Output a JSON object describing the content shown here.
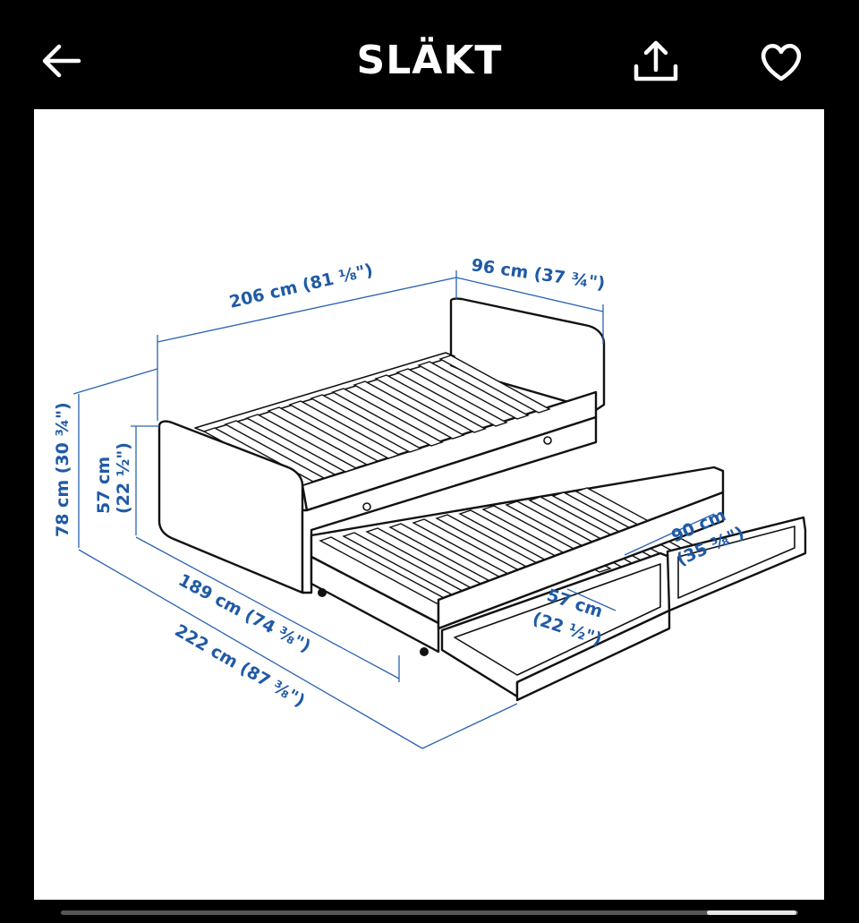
{
  "header": {
    "title": "SLÄKT",
    "back_icon": "arrow-left-icon",
    "share_icon": "share-icon",
    "favorite_icon": "heart-icon"
  },
  "drawing": {
    "dim_width_top": "206 cm (81 ⅛\")",
    "dim_depth_top": "96 cm (37 ¾\")",
    "dim_height_total": "78 cm (30 ¾\")",
    "dim_height_57": "57 cm",
    "dim_height_57_in": "(22 ½\")",
    "dim_trundle_len": "189 cm (74 ⅜\")",
    "dim_total_len": "222 cm (87 ⅜\")",
    "dim_drawer_90": "90 cm",
    "dim_drawer_90_in": "(35 ⅜\")",
    "dim_drawer_57": "57 cm",
    "dim_drawer_57_in": "(22 ½\")"
  },
  "colors": {
    "background": "#000000",
    "dimension_blue": "#1f5aa6"
  }
}
